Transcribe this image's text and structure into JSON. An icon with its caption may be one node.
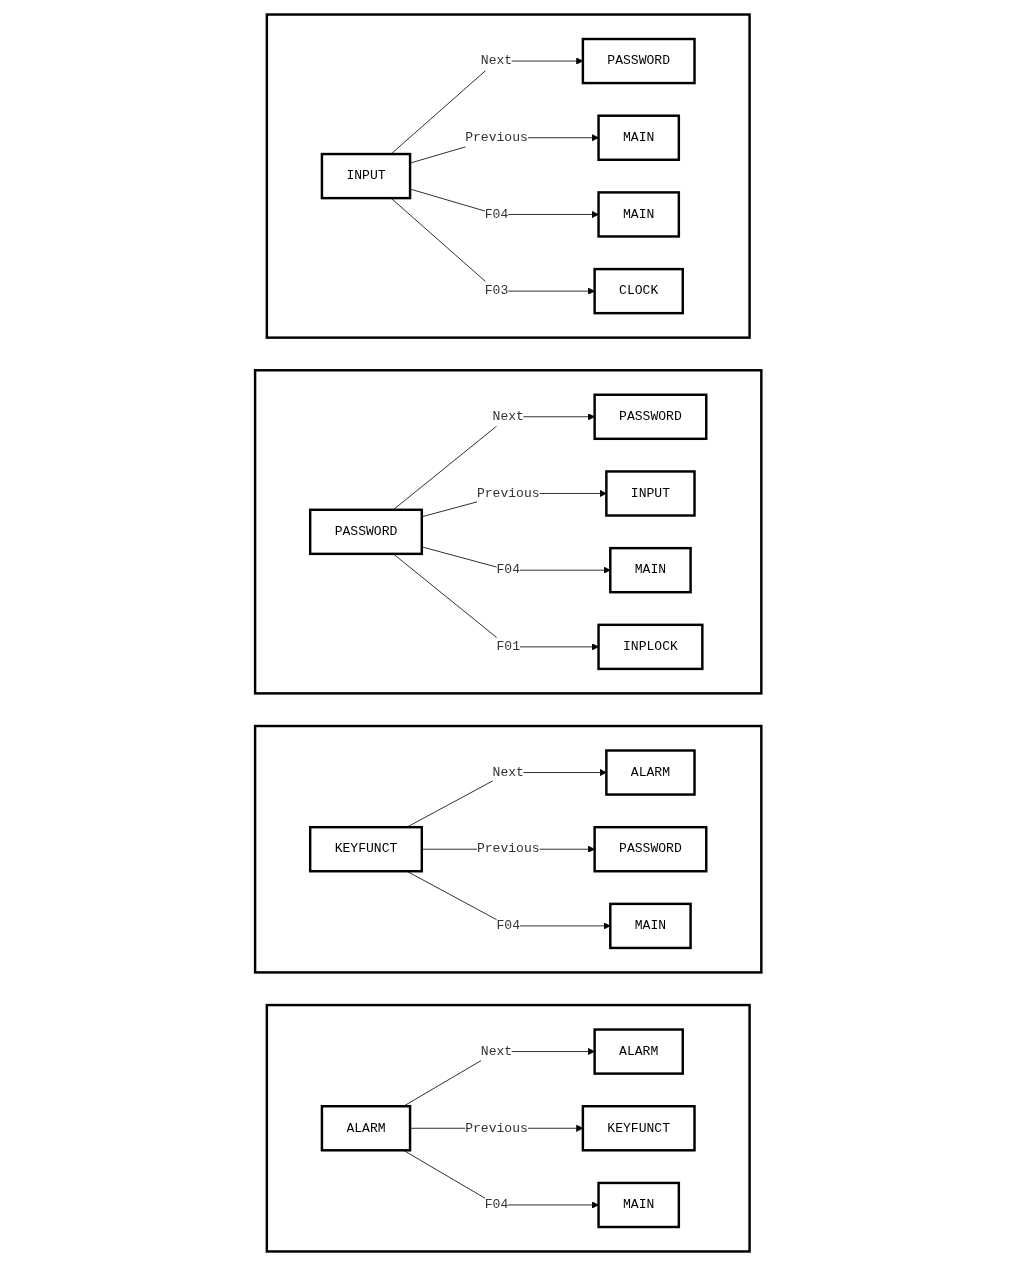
{
  "diagram": {
    "nodes": [
      {
        "text": [],
        "shape": "box"
      },
      {
        "text": [
          "INPUT"
        ],
        "in": 0
      },
      {
        "text": [
          "PASSWORD"
        ],
        "in": 0
      },
      {
        "text": [
          "MAIN"
        ],
        "in": 0
      },
      {
        "text": [
          "MAIN"
        ],
        "in": 0
      },
      {
        "text": [
          "CLOCK"
        ],
        "in": 0
      },
      {
        "text": [],
        "shape": "box"
      },
      {
        "text": [
          "PASSWORD"
        ],
        "in": 6
      },
      {
        "text": [
          "PASSWORD"
        ],
        "in": 6
      },
      {
        "text": [
          "INPUT"
        ],
        "in": 6
      },
      {
        "text": [
          "MAIN"
        ],
        "in": 6
      },
      {
        "text": [
          "INPLOCK"
        ],
        "in": 6
      },
      {
        "text": [],
        "shape": "box"
      },
      {
        "text": [
          "KEYFUNCT"
        ],
        "in": 12
      },
      {
        "text": [
          "ALARM"
        ],
        "in": 12
      },
      {
        "text": [
          "PASSWORD"
        ],
        "in": 12
      },
      {
        "text": [
          "MAIN"
        ],
        "in": 12
      },
      {
        "text": [],
        "shape": "box"
      },
      {
        "text": [
          "ALARM"
        ],
        "in": 17
      },
      {
        "text": [
          "ALARM"
        ],
        "in": 17
      },
      {
        "text": [
          "KEYFUNCT"
        ],
        "in": 17
      },
      {
        "text": [
          "MAIN"
        ],
        "in": 17
      }
    ],
    "edges": [
      {
        "from": 1,
        "to": 2,
        "arrow": "to",
        "label": "Next"
      },
      {
        "from": 1,
        "to": 3,
        "arrow": "to",
        "label": "Previous"
      },
      {
        "from": 1,
        "to": 4,
        "arrow": "to",
        "label": "F04"
      },
      {
        "from": 1,
        "to": 5,
        "arrow": "to",
        "label": "F03"
      },
      {
        "from": 7,
        "to": 8,
        "arrow": "to",
        "label": "Next"
      },
      {
        "from": 7,
        "to": 9,
        "arrow": "to",
        "label": "Previous"
      },
      {
        "from": 7,
        "to": 10,
        "arrow": "to",
        "label": "F04"
      },
      {
        "from": 7,
        "to": 11,
        "arrow": "to",
        "label": "F01"
      },
      {
        "from": 13,
        "to": 14,
        "arrow": "to",
        "label": "Next"
      },
      {
        "from": 13,
        "to": 15,
        "arrow": "to",
        "label": "Previous"
      },
      {
        "from": 13,
        "to": 16,
        "arrow": "to",
        "label": "F04"
      },
      {
        "from": 18,
        "to": 19,
        "arrow": "to",
        "label": "Next"
      },
      {
        "from": 18,
        "to": 20,
        "arrow": "to",
        "label": "Previous"
      },
      {
        "from": 18,
        "to": 21,
        "arrow": "to",
        "label": "F04"
      }
    ]
  }
}
